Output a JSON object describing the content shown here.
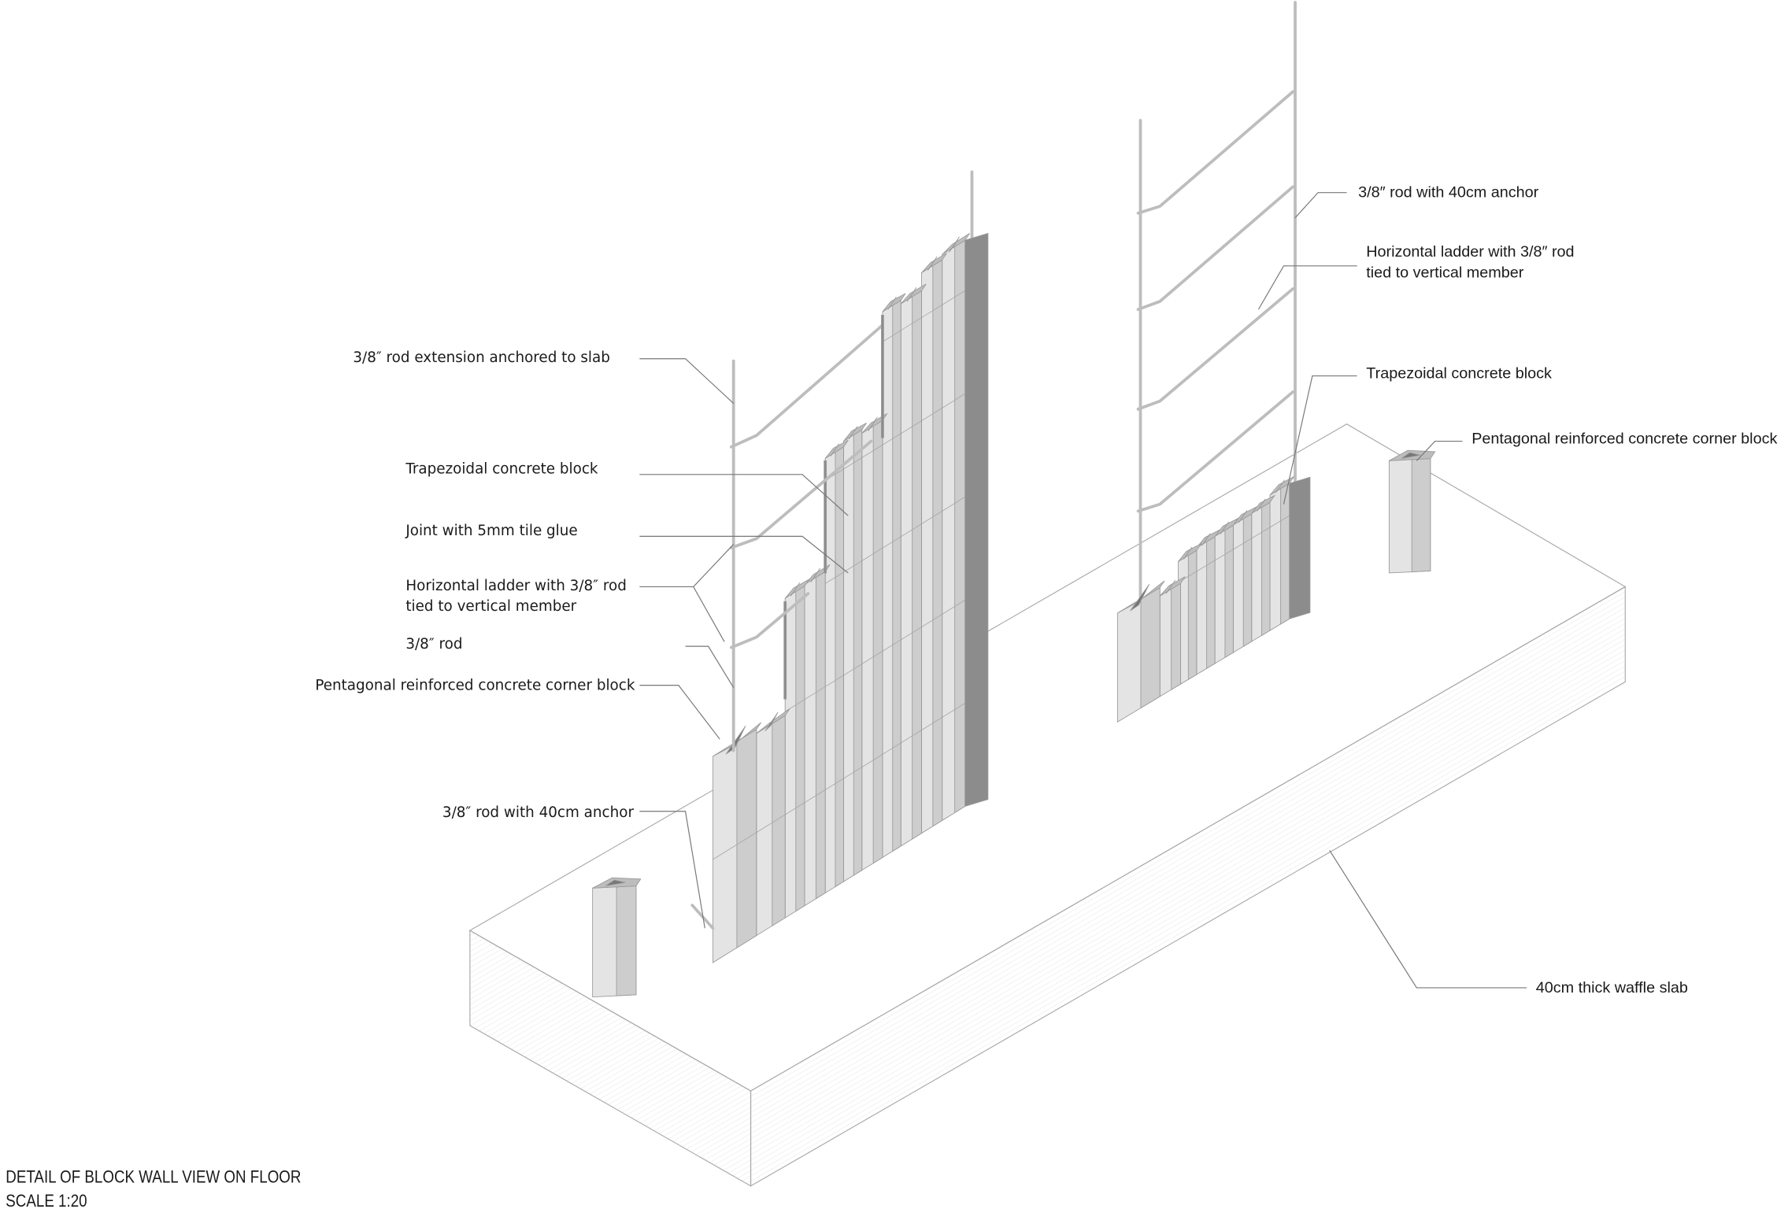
{
  "title": {
    "line1": "DETAIL OF BLOCK WALL VIEW ON FLOOR",
    "line2": "SCALE 1:20"
  },
  "labels_left": {
    "rod_extension": "3/8″ rod extension anchored to slab",
    "trapezoidal_block": "Trapezoidal concrete block",
    "joint": "Joint with 5mm tile glue",
    "ladder_line1": "Horizontal ladder with 3/8″ rod",
    "ladder_line2": "tied to vertical member",
    "rod": "3/8″ rod",
    "corner_block": "Pentagonal reinforced concrete corner block",
    "rod_anchor": "3/8″ rod with 40cm anchor"
  },
  "labels_right": {
    "rod_anchor": "3/8″ rod with 40cm anchor",
    "ladder_line1": "Horizontal ladder with 3/8″ rod",
    "ladder_line2": "tied to vertical member",
    "trapezoidal_block": "Trapezoidal concrete block",
    "corner_block": "Pentagonal reinforced concrete corner block",
    "slab": "40cm thick waffle slab"
  },
  "colors": {
    "block_front": "#e4e4e4",
    "block_side": "#cdcdcd",
    "block_dark": "#8c8c8c",
    "rod": "#bdbdbd"
  }
}
